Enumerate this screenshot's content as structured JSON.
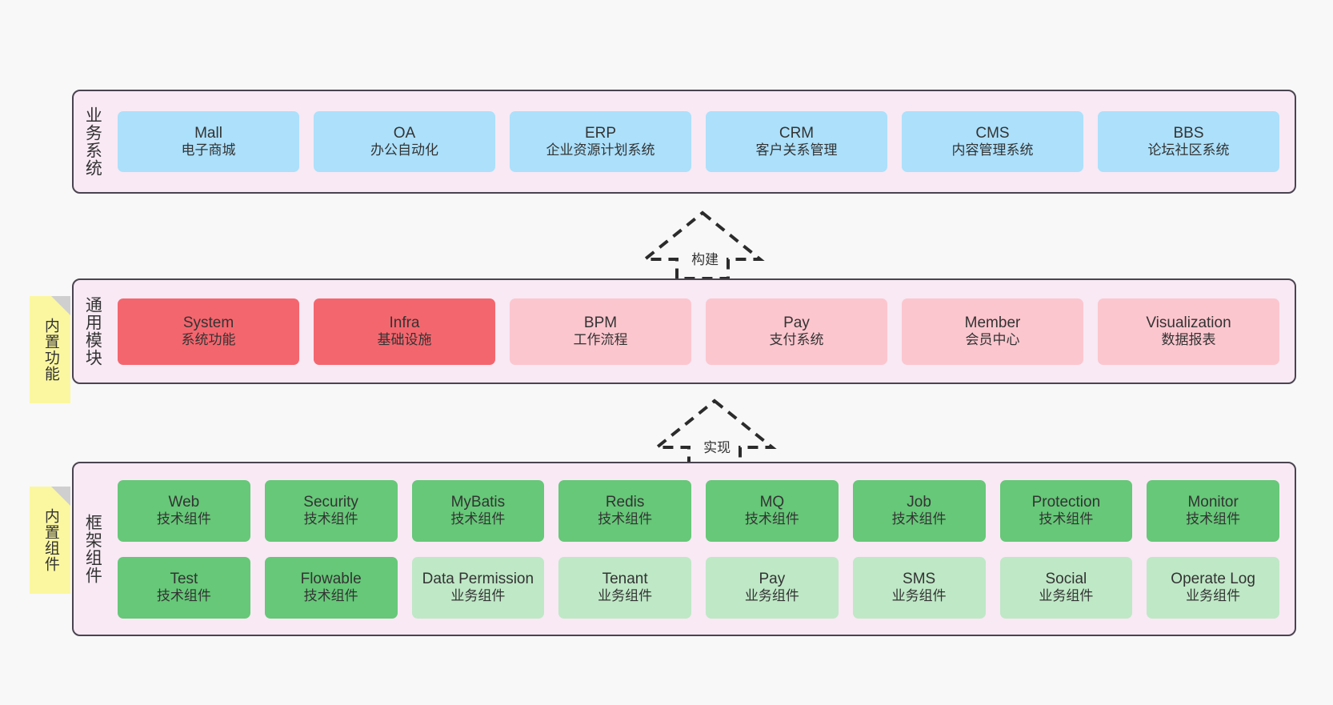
{
  "bands": [
    {
      "id": "business",
      "title": "业务系统",
      "rows": [
        [
          {
            "en": "Mall",
            "cn": "电子商城",
            "color": "blue"
          },
          {
            "en": "OA",
            "cn": "办公自动化",
            "color": "blue"
          },
          {
            "en": "ERP",
            "cn": "企业资源计划系统",
            "color": "blue"
          },
          {
            "en": "CRM",
            "cn": "客户关系管理",
            "color": "blue"
          },
          {
            "en": "CMS",
            "cn": "内容管理系统",
            "color": "blue"
          },
          {
            "en": "BBS",
            "cn": "论坛社区系统",
            "color": "blue"
          }
        ]
      ]
    },
    {
      "id": "module",
      "title": "通用模块",
      "rows": [
        [
          {
            "en": "System",
            "cn": "系统功能",
            "color": "red"
          },
          {
            "en": "Infra",
            "cn": "基础设施",
            "color": "red"
          },
          {
            "en": "BPM",
            "cn": "工作流程",
            "color": "pink"
          },
          {
            "en": "Pay",
            "cn": "支付系统",
            "color": "pink"
          },
          {
            "en": "Member",
            "cn": "会员中心",
            "color": "pink"
          },
          {
            "en": "Visualization",
            "cn": "数据报表",
            "color": "pink"
          }
        ]
      ]
    },
    {
      "id": "framework",
      "title": "框架组件",
      "rows": [
        [
          {
            "en": "Web",
            "cn": "技术组件",
            "color": "green"
          },
          {
            "en": "Security",
            "cn": "技术组件",
            "color": "green"
          },
          {
            "en": "MyBatis",
            "cn": "技术组件",
            "color": "green"
          },
          {
            "en": "Redis",
            "cn": "技术组件",
            "color": "green"
          },
          {
            "en": "MQ",
            "cn": "技术组件",
            "color": "green"
          },
          {
            "en": "Job",
            "cn": "技术组件",
            "color": "green"
          },
          {
            "en": "Protection",
            "cn": "技术组件",
            "color": "green"
          },
          {
            "en": "Monitor",
            "cn": "技术组件",
            "color": "green"
          }
        ],
        [
          {
            "en": "Test",
            "cn": "技术组件",
            "color": "green"
          },
          {
            "en": "Flowable",
            "cn": "技术组件",
            "color": "green"
          },
          {
            "en": "Data Permission",
            "cn": "业务组件",
            "color": "greenlight"
          },
          {
            "en": "Tenant",
            "cn": "业务组件",
            "color": "greenlight"
          },
          {
            "en": "Pay",
            "cn": "业务组件",
            "color": "greenlight"
          },
          {
            "en": "SMS",
            "cn": "业务组件",
            "color": "greenlight"
          },
          {
            "en": "Social",
            "cn": "业务组件",
            "color": "greenlight"
          },
          {
            "en": "Operate Log",
            "cn": "业务组件",
            "color": "greenlight"
          }
        ]
      ]
    }
  ],
  "notes": [
    {
      "id": "builtin-function",
      "text": "内置功能"
    },
    {
      "id": "builtin-component",
      "text": "内置组件"
    }
  ],
  "arrows": [
    {
      "id": "build",
      "label": "构建"
    },
    {
      "id": "implement",
      "label": "实现"
    }
  ],
  "colors": {
    "canvas_bg": "#f8f8f8",
    "band_bg": "#f8e9f4",
    "band_border": "#4a4450",
    "blue": "#ace0fb",
    "red": "#f4666e",
    "pink": "#fcc6ce",
    "green": "#66c878",
    "green_light": "#bfe8c6",
    "note_bg": "#fbf7a0",
    "note_fold": "#cfcfcf",
    "arrow_stroke": "#2b2b2b",
    "text": "#333333"
  }
}
